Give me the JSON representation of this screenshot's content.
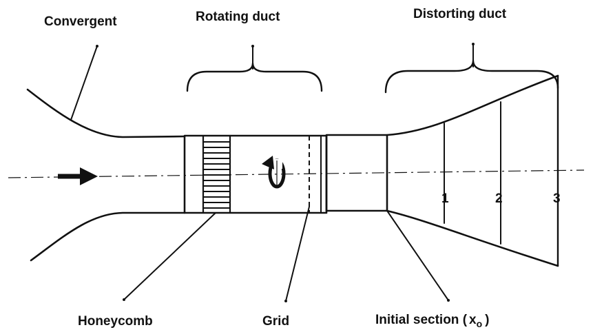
{
  "labels": {
    "convergent": "Convergent",
    "rotating_duct": "Rotating duct",
    "distorting_duct": "Distorting duct",
    "honeycomb": "Honeycomb",
    "grid": "Grid",
    "initial_section_prefix": "Initial section (",
    "initial_section_var": "x",
    "initial_section_sub": "o",
    "initial_section_suffix": ")"
  },
  "stations": [
    "1",
    "2",
    "3"
  ],
  "colors": {
    "ink": "#111111",
    "background": "#ffffff"
  }
}
